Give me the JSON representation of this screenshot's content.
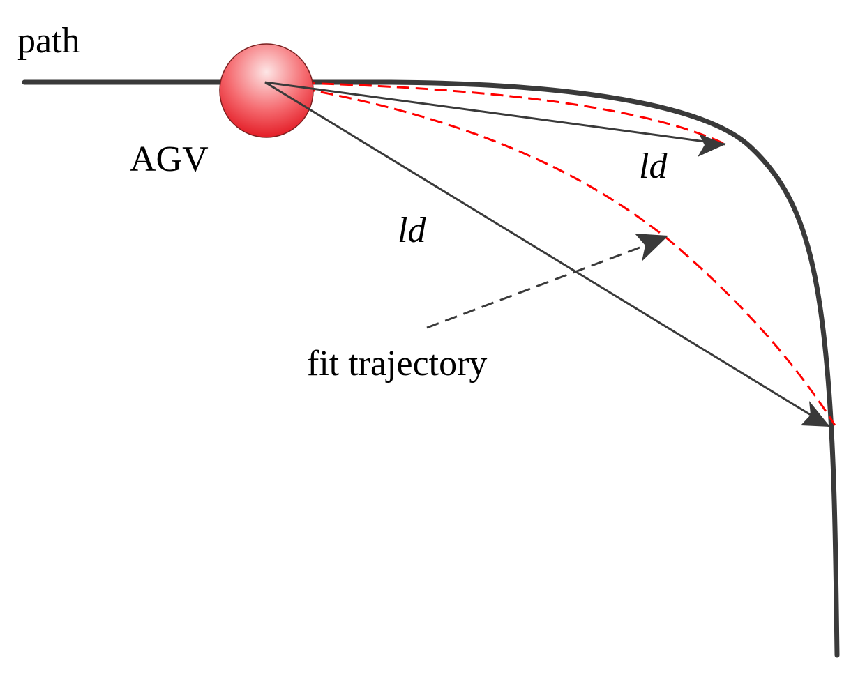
{
  "labels": {
    "path": "path",
    "agv": "AGV",
    "lookahead_short": "ld",
    "lookahead_long": "ld",
    "fit_trajectory": "fit trajectory"
  },
  "colors": {
    "path": "#3a3a3a",
    "fit_trajectory": "#ff0000",
    "agv_fill": "#ee1c24",
    "agv_highlight": "#fde6e6",
    "lookahead_line": "#3a3a3a",
    "pointer_arrow": "#3a3a3a",
    "background": "#ffffff"
  }
}
